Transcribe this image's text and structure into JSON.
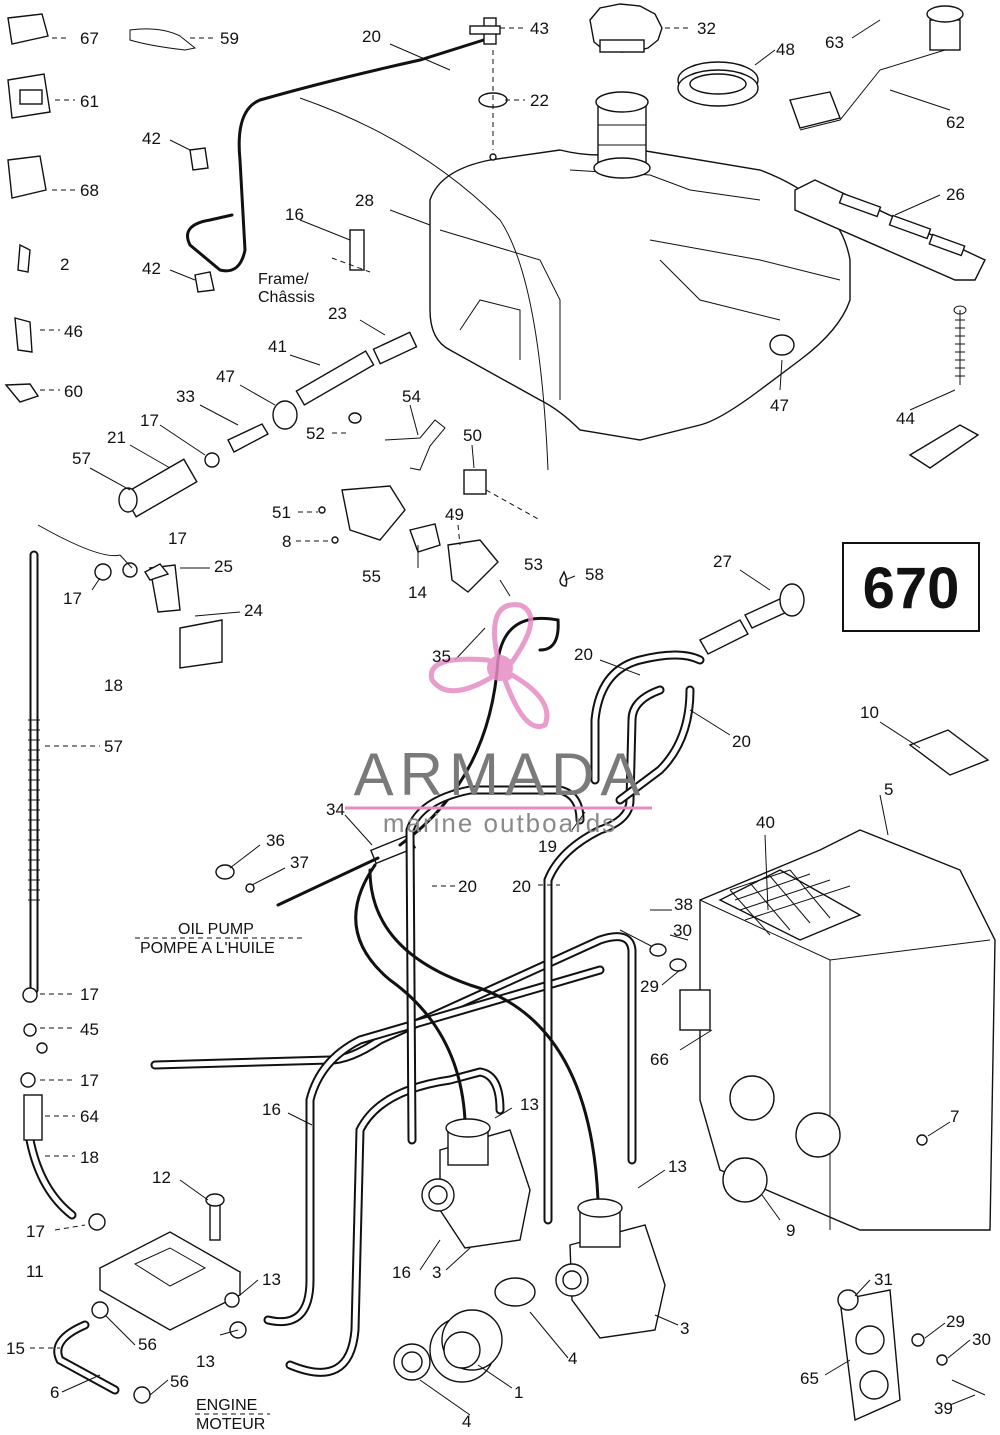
{
  "diagram": {
    "code": "670",
    "labels": {
      "frame_line1": "Frame/",
      "frame_line2": "Châssis",
      "oil_pump_en": "OIL PUMP",
      "oil_pump_fr": "POMPE A L'HUILE",
      "engine_en": "ENGINE",
      "engine_fr": "MOTEUR"
    },
    "watermark": {
      "brand": "ARMADA",
      "tagline": "marine outboards"
    },
    "callouts": [
      "67",
      "59",
      "20",
      "43",
      "32",
      "63",
      "61",
      "22",
      "48",
      "62",
      "68",
      "42",
      "26",
      "16",
      "28",
      "2",
      "42",
      "23",
      "46",
      "41",
      "47",
      "47",
      "44",
      "60",
      "33",
      "54",
      "17",
      "52",
      "50",
      "21",
      "57",
      "51",
      "49",
      "17",
      "8",
      "25",
      "55",
      "14",
      "53",
      "58",
      "27",
      "17",
      "24",
      "35",
      "20",
      "18",
      "10",
      "57",
      "20",
      "5",
      "34",
      "40",
      "36",
      "19",
      "37",
      "20",
      "20",
      "38",
      "30",
      "29",
      "17",
      "45",
      "66",
      "17",
      "13",
      "64",
      "16",
      "7",
      "18",
      "13",
      "12",
      "9",
      "17",
      "11",
      "13",
      "16",
      "3",
      "31",
      "3",
      "56",
      "4",
      "15",
      "29",
      "30",
      "13",
      "56",
      "6",
      "1",
      "65",
      "4",
      "39"
    ]
  }
}
